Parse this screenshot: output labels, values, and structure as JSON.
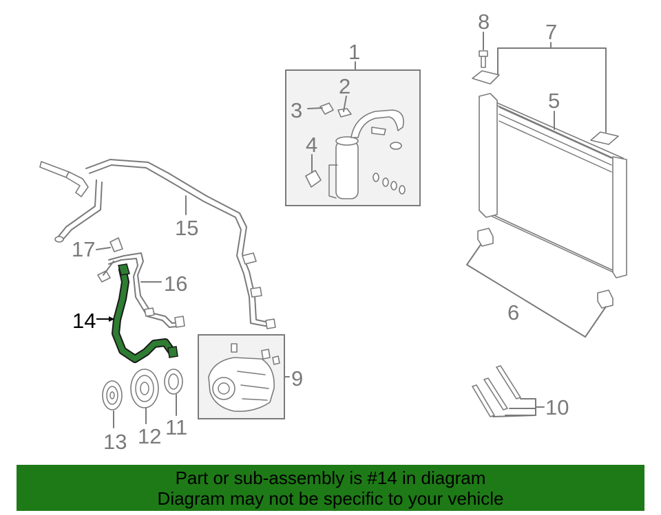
{
  "callouts": [
    "1",
    "2",
    "3",
    "4",
    "5",
    "6",
    "7",
    "8",
    "9",
    "10",
    "11",
    "12",
    "13",
    "14",
    "15",
    "16",
    "17"
  ],
  "highlighted_part": "14",
  "banner": {
    "line1": "Part or sub-assembly is #14 in diagram",
    "line2": "Diagram may not be specific to your vehicle"
  },
  "colors": {
    "highlight": "#2e7d32",
    "banner_bg": "#1e7a17",
    "line_art": "#7a7a7a"
  }
}
